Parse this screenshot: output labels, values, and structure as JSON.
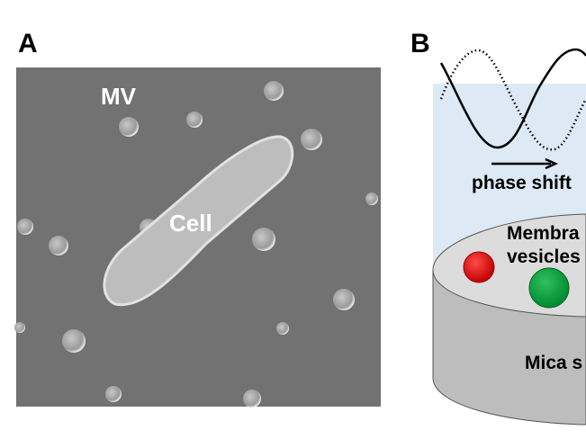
{
  "panel_a": {
    "label": "A",
    "mv_label": "MV",
    "cell_label": "Cell"
  },
  "panel_b": {
    "label": "B",
    "phase_shift_label": "phase shift",
    "vesicles_line1": "Membra",
    "vesicles_line2": "vesicles",
    "substrate_label": "Mica s",
    "colors": {
      "liquid": "#dde9f5",
      "red_vesicle": "#e01010",
      "green_vesicle": "#10a040",
      "cylinder_top": "#dcdcdc",
      "cylinder_side": "#bdbdbd"
    }
  }
}
